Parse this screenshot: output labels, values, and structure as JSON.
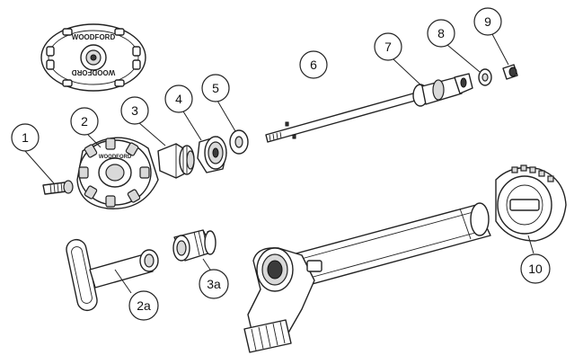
{
  "brand_text": "WOODFORD",
  "callouts": [
    {
      "label": "1"
    },
    {
      "label": "2"
    },
    {
      "label": "3"
    },
    {
      "label": "4"
    },
    {
      "label": "5"
    },
    {
      "label": "6"
    },
    {
      "label": "7"
    },
    {
      "label": "8"
    },
    {
      "label": "9"
    },
    {
      "label": "2a"
    },
    {
      "label": "3a"
    },
    {
      "label": "10"
    }
  ]
}
